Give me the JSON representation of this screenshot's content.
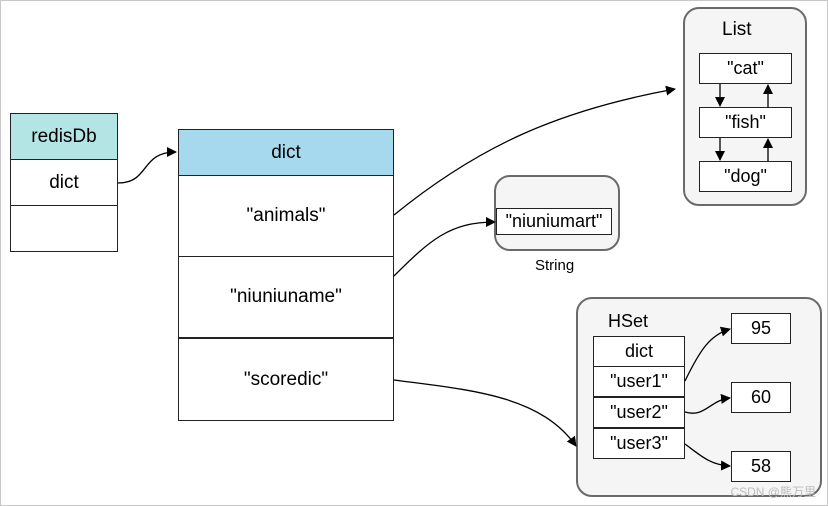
{
  "redisDb": {
    "title": "redisDb",
    "row1": "dict",
    "row2": ""
  },
  "dict": {
    "title": "dict",
    "keys": [
      "\"animals\"",
      "\"niuniuname\"",
      "\"scoredic\""
    ]
  },
  "list": {
    "title": "List",
    "items": [
      "\"cat\"",
      "\"fish\"",
      "\"dog\""
    ]
  },
  "string": {
    "value": "\"niuniumart\"",
    "label": "String"
  },
  "hset": {
    "title": "HSet",
    "header": "dict",
    "fields": [
      "\"user1\"",
      "\"user2\"",
      "\"user3\""
    ],
    "values": [
      "95",
      "60",
      "58"
    ]
  },
  "watermark": "CSDN @熊万里",
  "colors": {
    "redis_header": "#b3e5e4",
    "dict_header": "#a6d9ee",
    "group_fill": "#f5f5f5",
    "group_border": "#6a6a6a"
  }
}
